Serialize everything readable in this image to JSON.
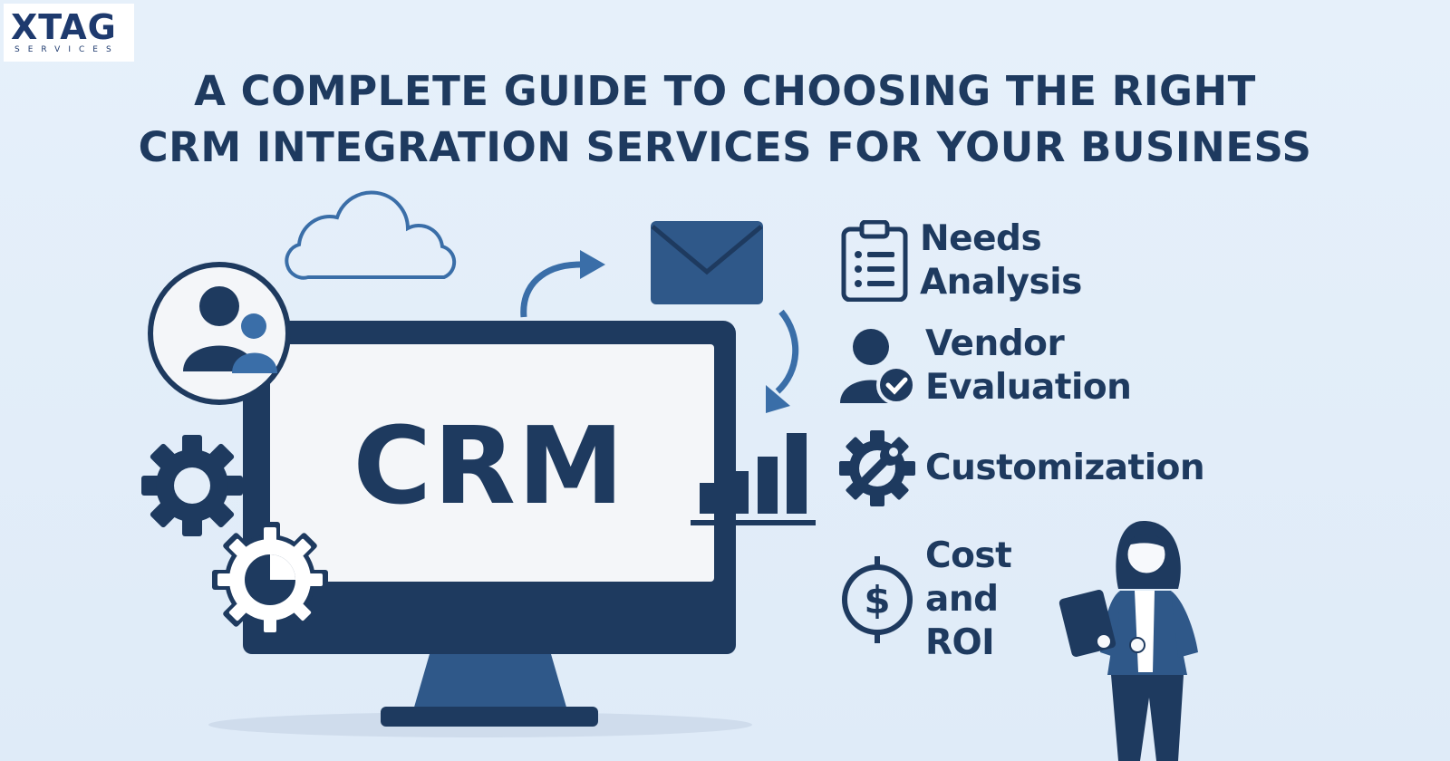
{
  "logo": {
    "mark": "XTAG",
    "sub": "SERVICES"
  },
  "title": {
    "line1": "A COMPLETE GUIDE TO CHOOSING THE RIGHT",
    "line2": "CRM INTEGRATION SERVICES FOR YOUR BUSINESS"
  },
  "monitor": {
    "screen_text": "CRM"
  },
  "features": [
    {
      "label": "Needs Analysis",
      "icon": "clipboard-list-icon"
    },
    {
      "label": "Vendor Evaluation",
      "icon": "user-check-icon"
    },
    {
      "label": "Customization",
      "icon": "gear-wrench-icon"
    },
    {
      "label_line1": "Cost and",
      "label_line2": "ROI",
      "icon": "dollar-coin-icon"
    }
  ],
  "colors": {
    "navy": "#1e3a5f",
    "blue": "#3a6ea8",
    "background": "#e4eef9",
    "screen": "#f4f6f9"
  }
}
